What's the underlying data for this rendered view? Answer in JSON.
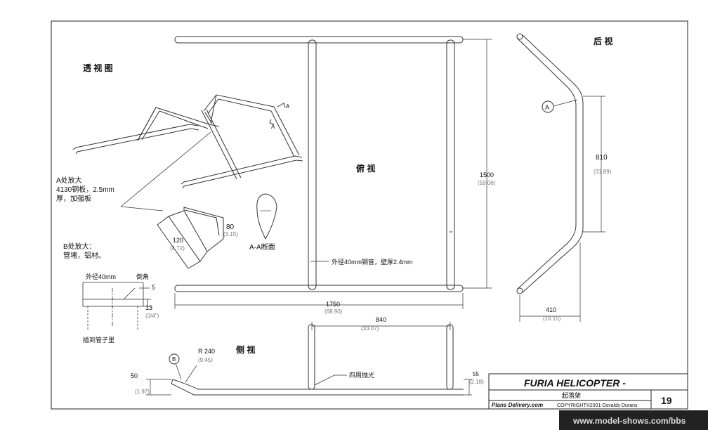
{
  "views": {
    "perspective": "透 视 图",
    "top": "俯 视",
    "rear": "后 视",
    "side": "侧 视"
  },
  "notes": {
    "a_detail": [
      "A处放大",
      "4130钢板，2.5mm",
      "厚，加强板"
    ],
    "b_detail": [
      "B处放大：",
      "管堵，铝材。"
    ],
    "section_aa": "A-A断面",
    "tube_spec": "外径40mm钢管，壁厚2.4mm",
    "outer_dia": "外径40mm",
    "chamfer": "倒角",
    "insert": "插到管子里",
    "polish": "四周抛光",
    "marker_a_small": "A",
    "marker_a": "A",
    "marker_b": "B"
  },
  "dimensions": {
    "plate_w": {
      "value": "120",
      "alt": "(4.72)"
    },
    "plate_h": {
      "value": "80",
      "alt": "(3.15)"
    },
    "top_len": {
      "value": "1750",
      "alt": "(68.90)"
    },
    "top_width": {
      "value": "1500",
      "alt": "(59.06)"
    },
    "rear_height": {
      "value": "810",
      "alt": "(31.89)"
    },
    "rear_width": {
      "value": "410",
      "alt": "(16.15)"
    },
    "side_span": {
      "value": "840",
      "alt": "(33.07)"
    },
    "bend_radius": {
      "value": "R 240",
      "alt": "(9.45)"
    },
    "side_rise": {
      "value": "50",
      "alt": "(1.97)"
    },
    "side_end": {
      "value": "55",
      "alt": "(2.18)"
    },
    "plug_5": {
      "value": "5"
    },
    "plug_13": {
      "value": "13",
      "alt": "(3/4\")"
    }
  },
  "title_block": {
    "title": "FURIA HELICOPTER -",
    "subtitle": "起落架",
    "brand": "Plans Delivery.com",
    "copyright": "COPYRIGHT©2001 Osvaldo Durans",
    "page": "19"
  },
  "watermark": "www.model-shows.com/bbs"
}
